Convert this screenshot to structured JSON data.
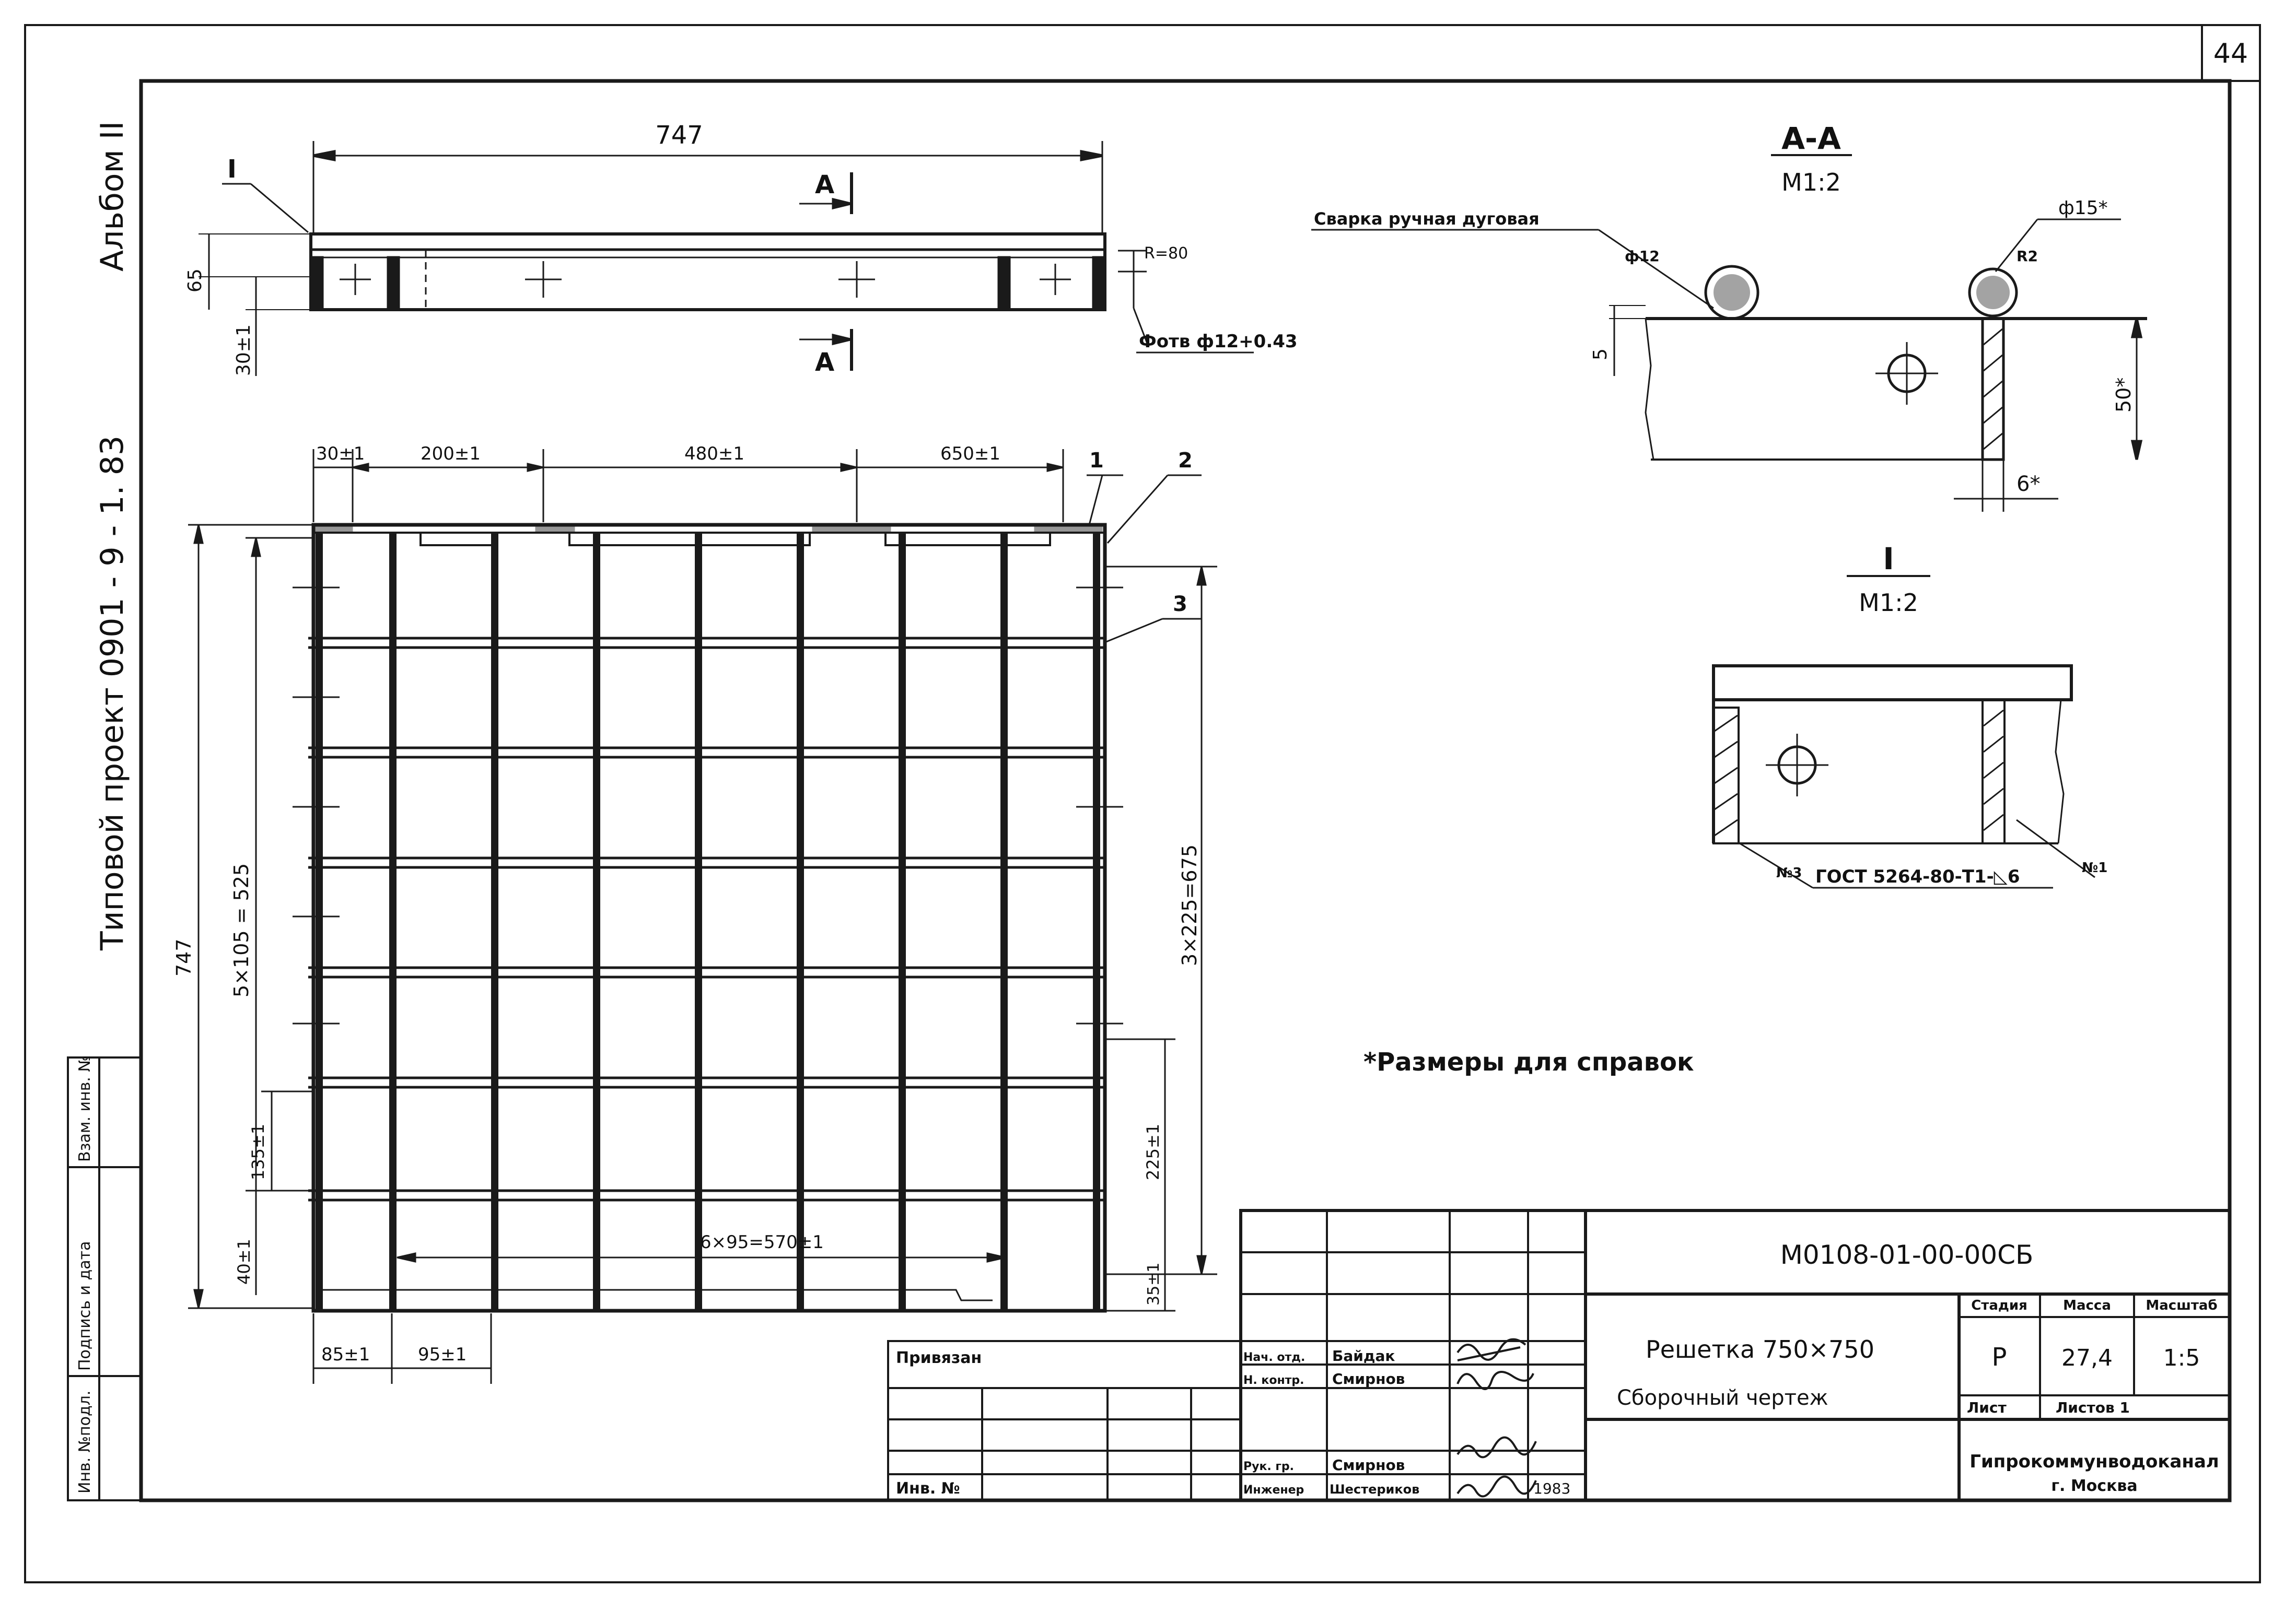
{
  "sheet": {
    "page_number": "44",
    "side_caption": {
      "album": "Альбом II",
      "project": "Типовой    проект  0901 - 9 - 1. 83"
    },
    "left_strip": [
      "Инв. №подл.",
      "Подпись и дата",
      "Взам. инв. №"
    ]
  },
  "top_view": {
    "overall_length": "747",
    "section_marker": "А",
    "callout": "I",
    "height_dim": "65",
    "bottom_dim": "30±1",
    "weld_note": "R=80",
    "hole_note": "Фотв ф12+0.43"
  },
  "plan_view": {
    "top_dims": [
      "30±1",
      "200±1",
      "480±1",
      "650±1"
    ],
    "callouts": [
      "1",
      "2",
      "3"
    ],
    "height_overall": "747",
    "inner_height": "5×105 = 525",
    "right_height": "3×225=675",
    "dims_right_low": [
      "225±1",
      "35±1"
    ],
    "dims_left_low": [
      "135±1",
      "40±1"
    ],
    "bottom_dims": [
      "85±1",
      "95±1"
    ],
    "bar_spacing": "6×95=570±1"
  },
  "section_aa": {
    "title": "А-А",
    "scale": "М1:2",
    "weld_label": "Сварка ручная дуговая",
    "diameter": "ф15*",
    "weld_size_1": "ф12",
    "weld_size_2": "R2",
    "dim_thickness": "5",
    "dim_height": "50*",
    "dim_bottom": "6*"
  },
  "detail_i": {
    "title": "I",
    "scale": "М1:2",
    "gost_note": "ГОСТ 5264-80-Т1-◺6",
    "label_left": "№3",
    "label_right": "№1"
  },
  "note": "*Размеры для справок",
  "title_block": {
    "doc_number": "М0108-01-00-00СБ",
    "product": "Решетка 750×750",
    "doc_type": "Сборочный чертеж",
    "stage_header": "Стадия",
    "mass_header": "Масса",
    "scale_header": "Масштаб",
    "stage": "Р",
    "mass": "27,4",
    "scale": "1:5",
    "sheet_label": "Лист",
    "sheets_label": "Листов 1",
    "organization": "Гипрокоммунводоканал",
    "city": "г. Москва",
    "bound_label": "Привязан",
    "inv_label": "Инв. №",
    "roles": [
      {
        "role": "Нач. отд.",
        "name": "Байдак"
      },
      {
        "role": "Н. контр.",
        "name": "Смирнов"
      },
      {
        "role": "Рук. гр.",
        "name": "Смирнов"
      },
      {
        "role": "Инженер",
        "name": "Шестериков"
      }
    ],
    "year": "1983"
  }
}
